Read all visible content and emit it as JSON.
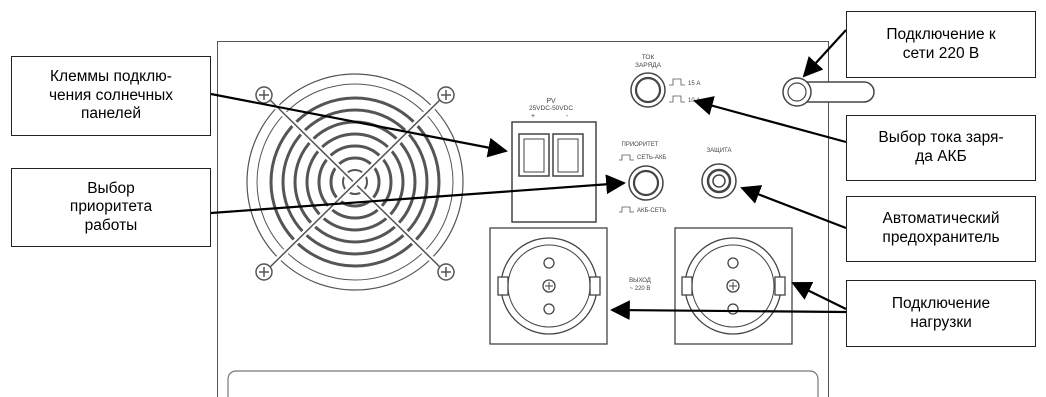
{
  "callouts": {
    "solar_terminals": "Клеммы подклю-\nчения солнечных\nпанелей",
    "priority": "Выбор\nприоритета\nработы",
    "mains": "Подключение к\nсети 220 В",
    "charge_current": "Выбор тока заря-\nда АКБ",
    "fuse": "Автоматический\nпредохранитель",
    "load": "Подключение\nнагрузки"
  },
  "panel": {
    "pv_label": "PV",
    "pv_range": "25VDC-50VDC",
    "pv_plus": "+",
    "pv_minus": "-",
    "charge_title_1": "ТОК",
    "charge_title_2": "ЗАРЯДА",
    "charge_opt_1": "15 А",
    "charge_opt_2": "10 А",
    "priority_title": "ПРИОРИТЕТ",
    "priority_opt_1": "СЕТЬ-АКБ",
    "priority_opt_2": "АКБ-СЕТЬ",
    "fuse_label": "ЗАЩИТА",
    "output_label_1": "ВЫХОД",
    "output_label_2": "~ 220 В"
  }
}
